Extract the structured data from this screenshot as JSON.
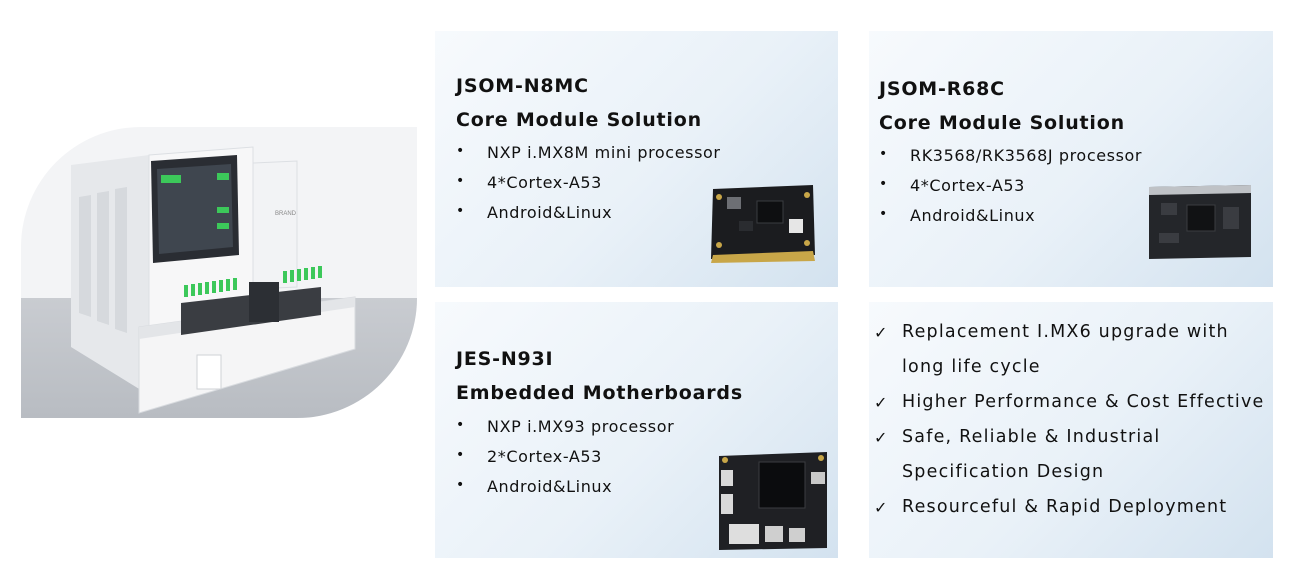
{
  "hero": {
    "brand_text": "BRAND"
  },
  "cards": [
    {
      "model": "JSOM-N8MC",
      "subtitle": "Core Module Solution",
      "bullets": [
        "NXP i.MX8M mini processor",
        "4*Cortex-A53",
        "Android&Linux"
      ]
    },
    {
      "model": "JSOM-R68C",
      "subtitle": "Core Module Solution",
      "bullets": [
        "RK3568/RK3568J processor",
        "4*Cortex-A53",
        "Android&Linux"
      ]
    },
    {
      "model": "JES-N93I",
      "subtitle": "Embedded Motherboards",
      "bullets": [
        "NXP i.MX93 processor",
        "2*Cortex-A53",
        "Android&Linux"
      ]
    }
  ],
  "features": [
    "Replacement I.MX6 upgrade with long life cycle",
    "Higher Performance & Cost Effective",
    "Safe, Reliable & Industrial Specification Design",
    "Resourceful & Rapid Deployment"
  ],
  "check_symbol": "✓",
  "colors": {
    "accent_green": "#3cc85a",
    "panel_blue": "#dce8f3",
    "board_black": "#1b1c1f"
  }
}
